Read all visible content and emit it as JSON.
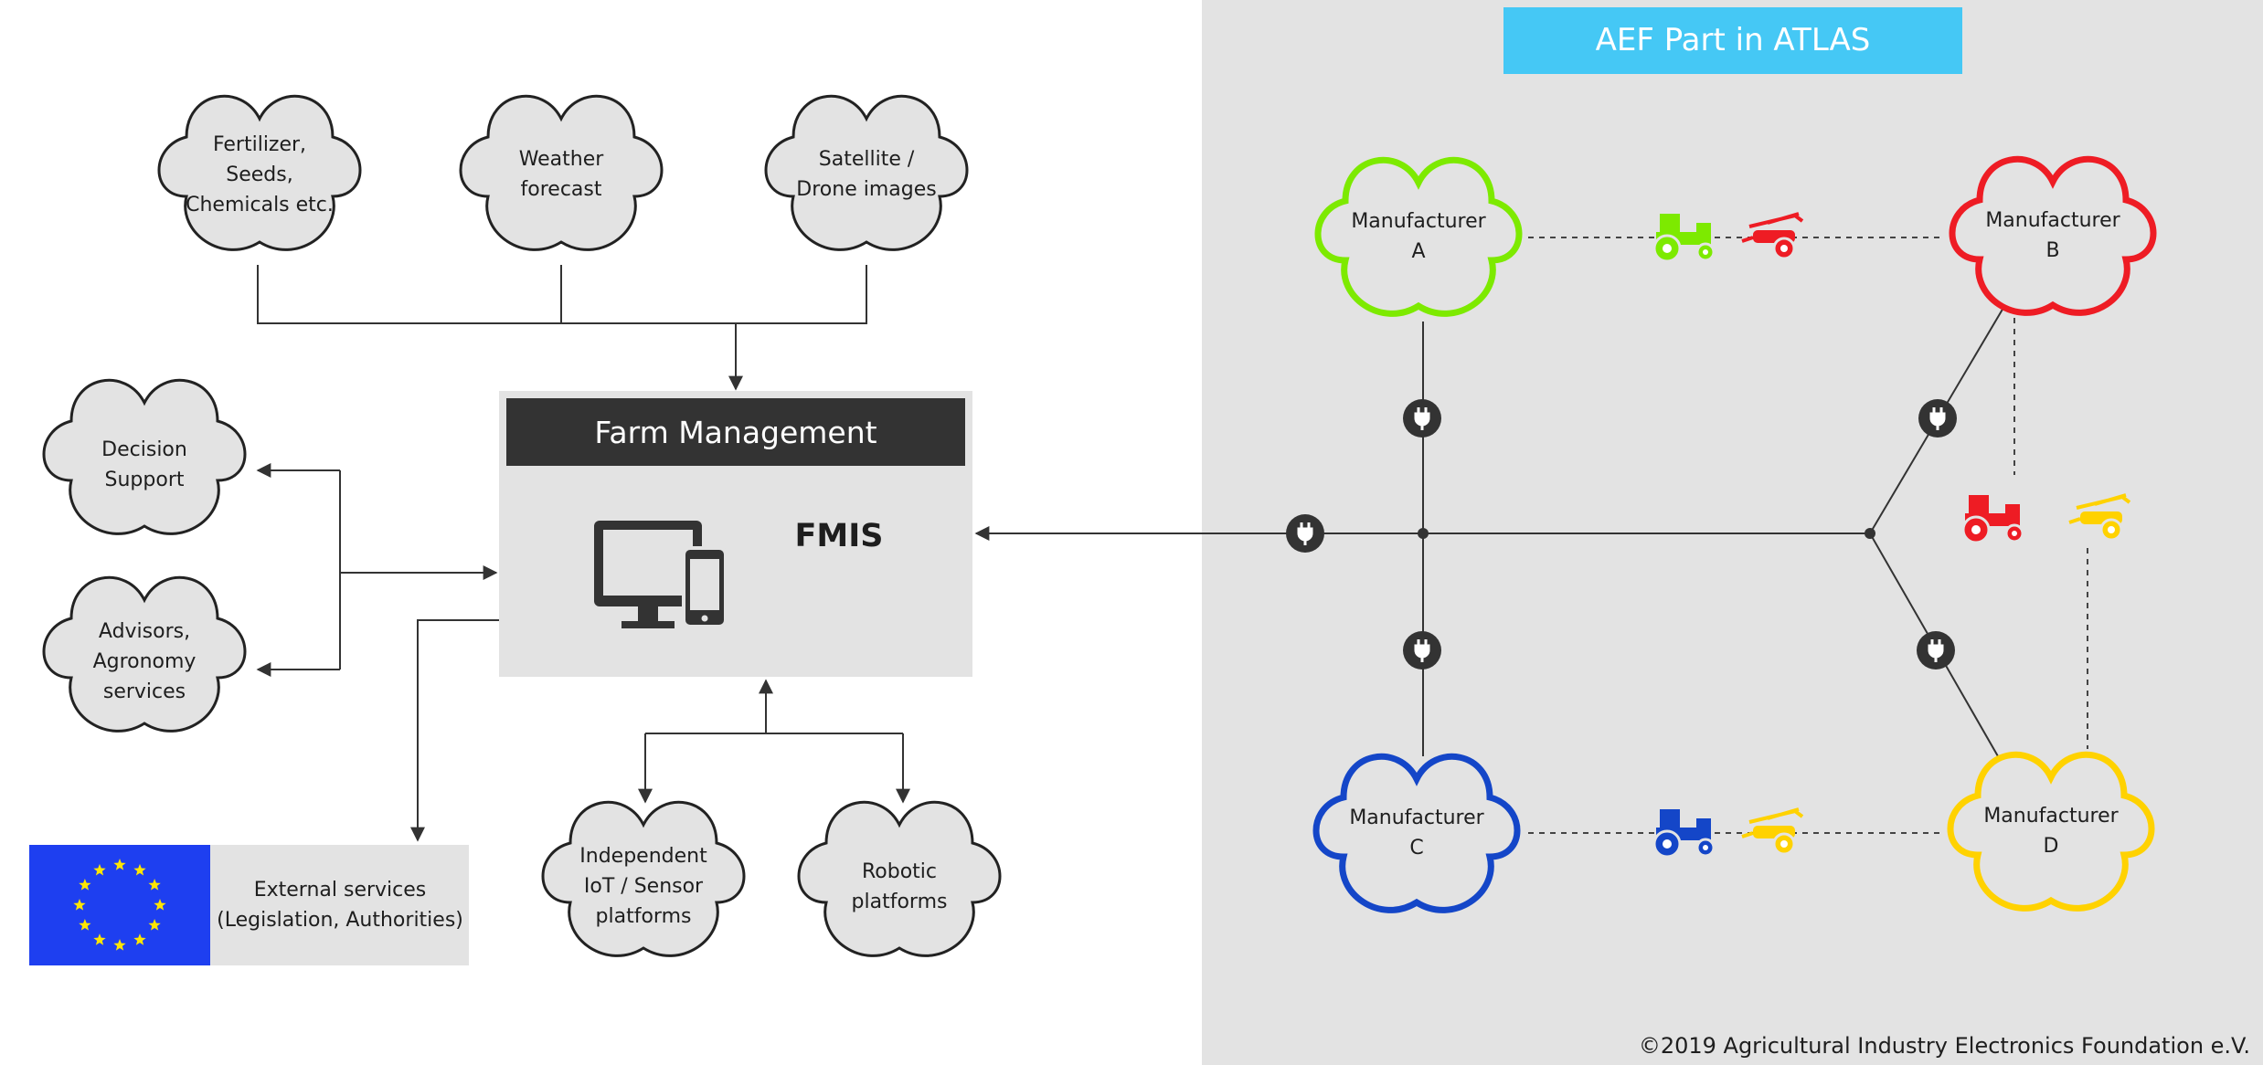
{
  "atlas": {
    "title": "AEF Part in ATLAS"
  },
  "fmis": {
    "header": "Farm Management",
    "label": "FMIS"
  },
  "inputs": {
    "fertilizer": [
      "Fertilizer,",
      "Seeds,",
      "Chemicals etc."
    ],
    "weather": [
      "Weather",
      "forecast"
    ],
    "satellite": [
      "Satellite /",
      "Drone images"
    ]
  },
  "outputs": {
    "decision": [
      "Decision",
      "Support"
    ],
    "advisors": [
      "Advisors,",
      "Agronomy",
      "services"
    ]
  },
  "external": {
    "line1": "External services",
    "line2": "(Legislation, Authorities)"
  },
  "platforms": {
    "iot": [
      "Independent",
      "IoT / Sensor",
      "platforms"
    ],
    "robotic": [
      "Robotic",
      "platforms"
    ]
  },
  "manufacturers": {
    "a": {
      "line1": "Manufacturer",
      "line2": "A",
      "color": "#7dea00"
    },
    "b": {
      "line1": "Manufacturer",
      "line2": "B",
      "color": "#ee1c24"
    },
    "c": {
      "line1": "Manufacturer",
      "line2": "C",
      "color": "#1446c8"
    },
    "d": {
      "line1": "Manufacturer",
      "line2": "D",
      "color": "#ffd200"
    }
  },
  "icons": [
    "plug-icon",
    "tractor-icon",
    "sprayer-icon",
    "desktop-monitor-icon",
    "smartphone-icon",
    "eu-flag-icon"
  ],
  "colors": {
    "atlas_panel": "#e3e3e3",
    "atlas_title_bg": "#45c8f5",
    "cloud_fill": "#e3e3e3",
    "header_bg": "#333333"
  },
  "copyright": "©2019 Agricultural Industry Electronics Foundation e.V."
}
